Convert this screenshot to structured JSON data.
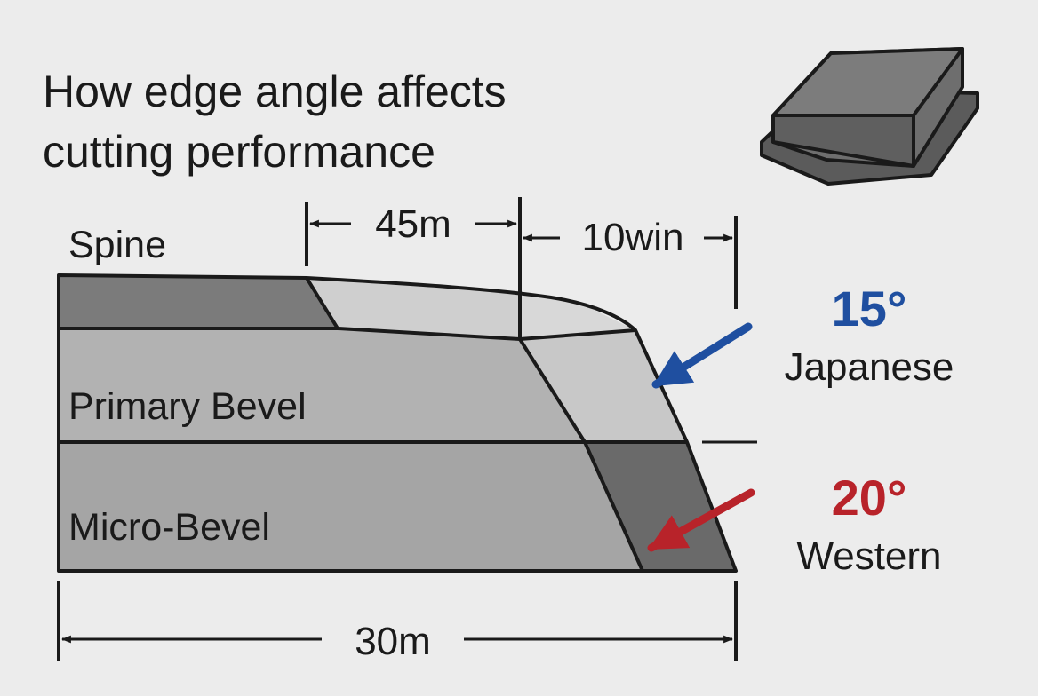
{
  "title": {
    "line1": "How edge angle affects",
    "line2": "cutting performance"
  },
  "labels": {
    "spine": "Spine",
    "primary_bevel": "Primary Bevel",
    "micro_bevel": "Micro-Bevel"
  },
  "dimensions": {
    "top_left": "45m",
    "top_right": "10win",
    "bottom": "30m"
  },
  "angles": {
    "japanese": {
      "degrees": "15°",
      "style": "Japanese",
      "color": "#1f4fa0"
    },
    "western": {
      "degrees": "20°",
      "style": "Western",
      "color": "#b8232a"
    }
  },
  "icon": "whetstone-icon"
}
